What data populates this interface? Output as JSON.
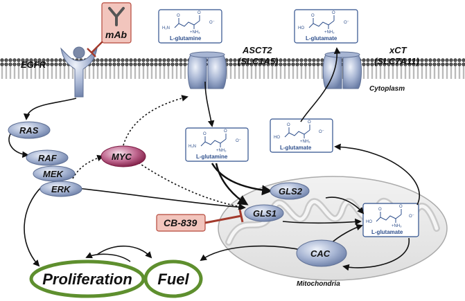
{
  "labels": {
    "egfr": "EGFR",
    "mab": "mAb",
    "asct2_line1": "ASCT2",
    "asct2_line2": "(SLC1A5)",
    "xct_line1": "xCT",
    "xct_line2": "(SLC7A11)",
    "cytoplasm": "Cytoplasm",
    "ras": "RAS",
    "raf": "RAF",
    "mek": "MEK",
    "erk": "ERK",
    "myc": "MYC",
    "gls1": "GLS1",
    "gls2": "GLS2",
    "cb839": "CB-839",
    "cac": "CAC",
    "mitochondria": "Mitochondria",
    "proliferation": "Proliferation",
    "fuel": "Fuel"
  },
  "molecules": {
    "glutamine_name": "L-glutamine",
    "glutamate_name": "L-glutamate",
    "h2n": "H₂N",
    "nh3": "+NH₃",
    "oxygen": "O",
    "o_minus": "O⁻",
    "ho": "HO"
  },
  "colors": {
    "protein_blue": "#8f9fbf",
    "protein_blue_dark": "#5e6f94",
    "myc_purple": "#8c1e4a",
    "inhibitor_fill": "#f2c5bd",
    "inhibitor_border": "#b5473a",
    "inhibitor_line": "#a33a2c",
    "outcome_green": "#5e8f2e",
    "molecule_blue": "#2e4f8c",
    "mito_fill": "#ebebeb"
  }
}
